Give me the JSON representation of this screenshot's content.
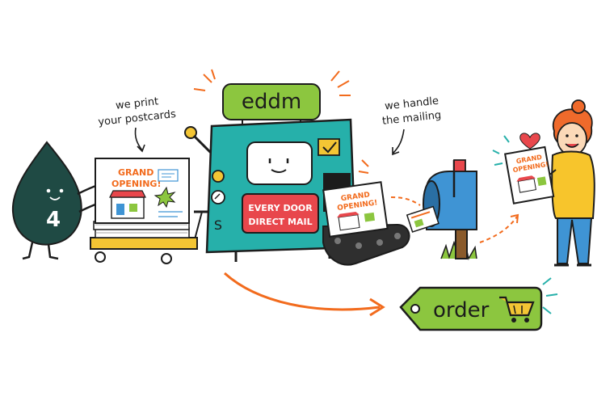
{
  "annotations": {
    "print_line1": "we print",
    "print_line2": "your postcards",
    "mail_line1": "we handle",
    "mail_line2": "the mailing"
  },
  "mascot": {
    "badge": "4"
  },
  "machine": {
    "sign": "eddm",
    "panel_line1": "EVERY DOOR",
    "panel_line2": "DIRECT MAIL",
    "dial_label": "S"
  },
  "postcards": {
    "stack_line1": "GRAND",
    "stack_line2": "OPENING!",
    "output_line1": "GRAND",
    "output_line2": "OPENING!",
    "held_line1": "GRAND",
    "held_line2": "OPENING!"
  },
  "order_tag": {
    "label": "order"
  },
  "colors": {
    "ink": "#1c1c1c",
    "machine_teal": "#26b0aa",
    "sign_green": "#8cc63f",
    "panel_red": "#e8474c",
    "accent_orange": "#f26b1d",
    "mascot_dark": "#1f4a44",
    "mailbox_blue": "#3f94d4",
    "person_yellow": "#f7c52c",
    "person_hair": "#ef6a2b",
    "cart_yellow": "#f3c534"
  },
  "icons": [
    "cart-icon",
    "heart-icon",
    "checkmark-icon",
    "star-burst-icon"
  ]
}
